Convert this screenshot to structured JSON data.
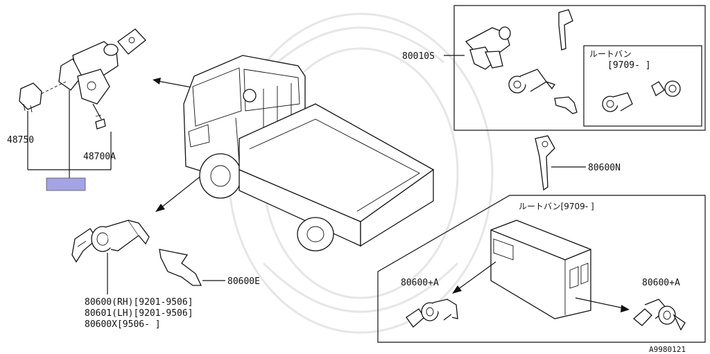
{
  "labels": {
    "p48750": "48750",
    "p48700a": "48700A",
    "p80010s": "80010S",
    "p80600n": "80600N",
    "p80600e": "80600E",
    "p80600_rh": "80600(RH)[9201-9506]",
    "p80601_lh": "80601(LH)[9201-9506]",
    "p80600x": "80600X[9506-     ]",
    "p80600a_left": "80600+A",
    "p80600a_right": "80600+A",
    "route_van_inset": "ルートバン",
    "route_van_inset_range": "[9709-      ]",
    "route_van_bottom": "ルートバン[9709-      ]",
    "diagram_code": "A9980121"
  },
  "colors": {
    "highlight": "#a3a3e6",
    "line": "#111111",
    "watermark": "#e6e6e6"
  }
}
